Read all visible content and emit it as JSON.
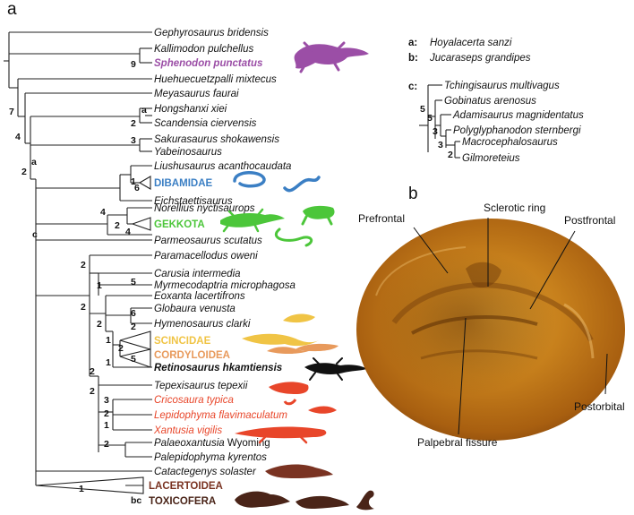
{
  "panel_a": {
    "label": "a",
    "taxa": [
      {
        "name": "Gephyrosaurus bridensis",
        "color": "#111111"
      },
      {
        "name": "Kallimodon pulchellus",
        "color": "#111111"
      },
      {
        "name": "Sphenodon punctatus",
        "color": "#9b4ea6",
        "bold": true
      },
      {
        "name": "Huehuecuetzpalli mixtecus",
        "color": "#111111"
      },
      {
        "name": "Meyasaurus faurai",
        "color": "#111111"
      },
      {
        "name": "Hongshanxi xiei",
        "color": "#111111"
      },
      {
        "name": "Scandensia ciervensis",
        "color": "#111111"
      },
      {
        "name": "Sakurasaurus shokawensis",
        "color": "#111111"
      },
      {
        "name": "Yabeinosaurus",
        "color": "#111111"
      },
      {
        "name": "Liushusaurus acanthocaudata",
        "color": "#111111"
      },
      {
        "name": "DIBAMIDAE",
        "color": "#3b7fc4",
        "clade": true
      },
      {
        "name": "Eichstaettisaurus",
        "color": "#111111"
      },
      {
        "name": "Norellius nyctisaurops",
        "color": "#111111"
      },
      {
        "name": "GEKKOTA",
        "color": "#4cc63a",
        "clade": true
      },
      {
        "name": "Parmeosaurus scutatus",
        "color": "#111111"
      },
      {
        "name": "Paramacellodus oweni",
        "color": "#111111"
      },
      {
        "name": "Carusia intermedia",
        "color": "#111111"
      },
      {
        "name": "Myrmecodaptria microphagosa",
        "color": "#111111"
      },
      {
        "name": "Eoxanta lacertifrons",
        "color": "#111111"
      },
      {
        "name": "Globaura venusta",
        "color": "#111111"
      },
      {
        "name": "Hymenosaurus clarki",
        "color": "#111111"
      },
      {
        "name": "SCINCIDAE",
        "color": "#f0c445",
        "clade": true
      },
      {
        "name": "CORDYLOIDEA",
        "color": "#e89a5c",
        "clade": true
      },
      {
        "name": "Retinosaurus hkamtiensis",
        "color": "#111111",
        "bold": true
      },
      {
        "name": "Tepexisaurus tepexii",
        "color": "#111111"
      },
      {
        "name": "Cricosaura typica",
        "color": "#e8462a"
      },
      {
        "name": "Lepidophyma flavimaculatum",
        "color": "#e8462a"
      },
      {
        "name": "Xantusia vigilis",
        "color": "#e8462a"
      },
      {
        "name": "Palaeoxantusia Wyoming",
        "color": "#111111",
        "plain": true
      },
      {
        "name": "Palepidophyma kyrentos",
        "color": "#111111"
      },
      {
        "name": "Catactegenys solaster",
        "color": "#111111"
      },
      {
        "name": "LACERTOIDEA",
        "color": "#7a3322",
        "clade": true
      },
      {
        "name": "TOXICOFERA",
        "color": "#4a2418",
        "clade": true
      }
    ],
    "support": [
      "9",
      "7",
      "4",
      "a",
      "2",
      "3",
      "2",
      "a",
      "1",
      "6",
      "4",
      "2",
      "4",
      "c",
      "2",
      "1",
      "5",
      "2",
      "6",
      "2",
      "2",
      "1",
      "2",
      "5",
      "1",
      "2",
      "2",
      "3",
      "2",
      "1",
      "2",
      "1",
      "bc"
    ],
    "key": {
      "a_letter": "a:",
      "a_taxon": "Hoyalacerta sanzi",
      "b_letter": "b:",
      "b_taxon": "Jucaraseps grandipes",
      "c_letter": "c:",
      "c_taxa": [
        "Tchingisaurus multivagus",
        "Gobinatus arenosus",
        "Adamisaurus magnidentatus",
        "Polyglyphanodon sternbergi",
        "Macrocephalosaurus",
        "Gilmoreteius"
      ],
      "c_support": [
        "5",
        "5",
        "3",
        "3",
        "2"
      ]
    }
  },
  "panel_b": {
    "label": "b",
    "callouts": [
      "Sclerotic ring",
      "Prefrontal",
      "Postfrontal",
      "Postorbital",
      "Palpebral fissure"
    ]
  }
}
